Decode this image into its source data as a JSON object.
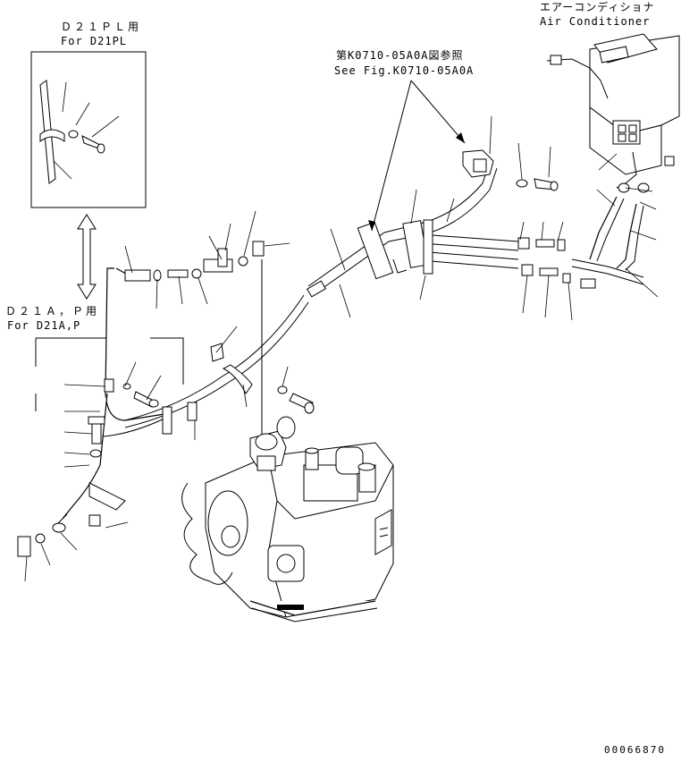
{
  "labels": {
    "d21pl_jp": "Ｄ２１ＰＬ用",
    "d21pl_en": "For D21PL",
    "d21ap_jp": "Ｄ２１Ａ，Ｐ用",
    "d21ap_en": "For D21A,P",
    "see_fig_jp": "第K0710-05A0A図参照",
    "see_fig_en": "See Fig.K0710-05A0A",
    "aircon_jp": "エアーコンディショナ",
    "aircon_en": "Air Conditioner",
    "drawing_no": "00066870"
  }
}
